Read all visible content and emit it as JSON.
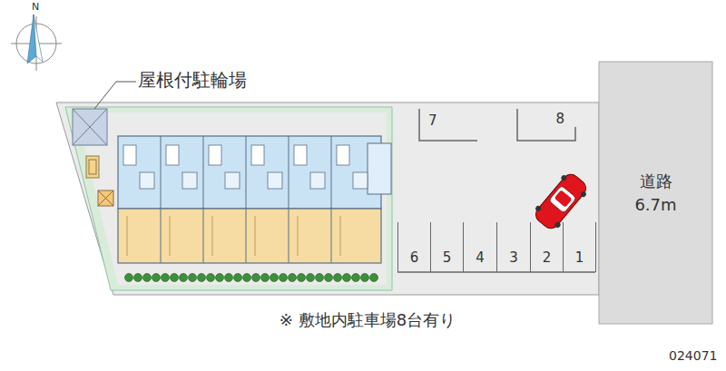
{
  "diagram": {
    "nodes": [
      {
        "text": [
          "7"
        ]
      },
      {
        "text": [
          "8"
        ]
      },
      {
        "text": [
          "道路",
          "6.7m"
        ]
      },
      {
        "text": [
          "6"
        ]
      },
      {
        "text": [
          "5"
        ]
      },
      {
        "text": [
          "4"
        ]
      },
      {
        "text": [
          "3"
        ]
      },
      {
        "text": [
          "2"
        ]
      },
      {
        "text": [
          "1"
        ]
      }
    ],
    "labels": [
      "屋根付駐輪場",
      "※ 敷地内駐車場8台有り",
      "024071",
      "N"
    ]
  }
}
